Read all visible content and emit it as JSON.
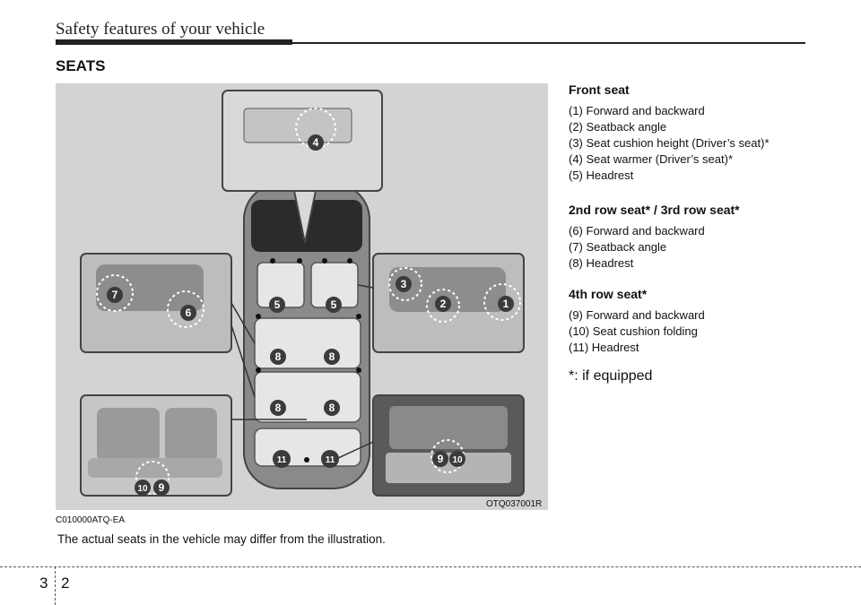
{
  "header": {
    "title": "Safety features of your vehicle"
  },
  "section": {
    "title": "SEATS"
  },
  "figure": {
    "code": "OTQ037001R",
    "labels": {
      "l4": "4",
      "l7": "7",
      "l6": "6",
      "l3": "3",
      "l2": "2",
      "l1": "1",
      "l5a": "5",
      "l5b": "5",
      "l8a": "8",
      "l8b": "8",
      "l8c": "8",
      "l8d": "8",
      "l11a": "11",
      "l11b": "11",
      "l10a": "10",
      "l9a": "9",
      "l9b": "9",
      "l10b": "10"
    }
  },
  "caption": {
    "code": "C010000ATQ-EA",
    "note": "The actual seats in the vehicle may differ from the illustration."
  },
  "front": {
    "heading": "Front seat",
    "items": [
      "(1) Forward and backward",
      "(2) Seatback angle",
      "(3) Seat cushion height (Driver’s seat)*",
      "(4) Seat warmer (Driver’s seat)*",
      "(5) Headrest"
    ]
  },
  "second": {
    "heading": "2nd row seat* / 3rd row seat*",
    "items": [
      "(6) Forward and backward",
      "(7) Seatback angle",
      "(8) Headrest"
    ]
  },
  "fourth": {
    "heading": "4th row seat*",
    "items": [
      "(9) Forward and backward",
      "(10) Seat cushion folding",
      "(11) Headrest"
    ]
  },
  "footnote": "*: if equipped",
  "page": {
    "chapter": "3",
    "number": "2"
  },
  "colors": {
    "ink": "#222222",
    "figure_bg": "#d3d3d3",
    "badge": "#3b3b3b"
  }
}
